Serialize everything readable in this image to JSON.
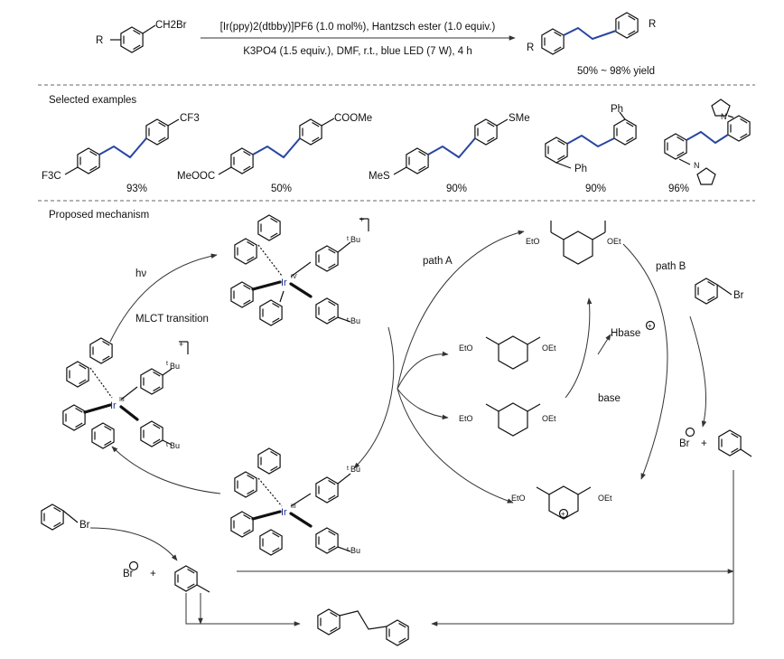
{
  "reaction": {
    "substituent": "R",
    "benzyl_group": "CH2Br",
    "conditions_line1": "[Ir(ppy)2(dtbby)]PF6 (1.0 mol%), Hantzsch ester (1.0 equiv.)",
    "conditions_line2": "K3PO4 (1.5 equiv.), DMF, r.t., blue LED (7 W), 4 h",
    "yield_range": "50% ~ 98% yield"
  },
  "examples": {
    "title": "Selected examples",
    "items": [
      {
        "substituent": "CF3",
        "substituent2": "F3C",
        "yield": "93%"
      },
      {
        "substituent": "COOMe",
        "substituent2": "MeOOC",
        "yield": "50%"
      },
      {
        "substituent": "SMe",
        "substituent2": "MeS",
        "yield": "90%"
      },
      {
        "substituent": "Ph",
        "substituent2": "Ph",
        "yield": "90%"
      },
      {
        "substituent": "N",
        "substituent2": "N",
        "yield": "96%"
      }
    ]
  },
  "mechanism": {
    "title": "Proposed mechanism",
    "hv": "hν",
    "mlct": "MLCT transition",
    "path_a": "path A",
    "path_b": "path B",
    "hbase": "Hbase",
    "base": "base",
    "br_minus": "Br",
    "plus": "+",
    "benzyl_bromide": "Br",
    "eto": "EtO",
    "oet": "OEt",
    "tbu": "Bu",
    "t_prefix": "t",
    "ir_iv": "Ir",
    "ir_iv_ox": "IV",
    "ir_iii": "Ir",
    "ir_iii_ox": "III"
  },
  "colors": {
    "accent": "#2846a0",
    "ink": "#111111"
  }
}
